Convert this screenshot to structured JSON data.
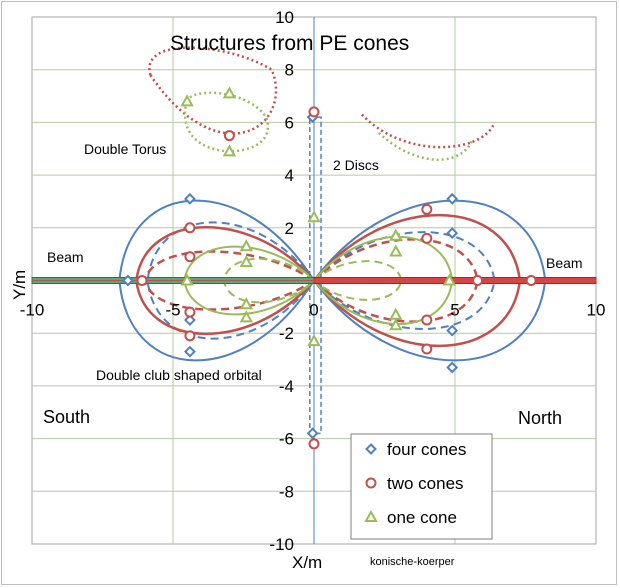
{
  "chart_data": {
    "type": "scatter",
    "title": "Structures from  PE cones",
    "xlabel": "X/m",
    "ylabel": "Y/m",
    "xlim": [
      -10,
      10
    ],
    "ylim": [
      -10,
      10
    ],
    "xticks": [
      -10,
      -5,
      0,
      5,
      10
    ],
    "xtick_labels": [
      "-10",
      "-5",
      "0",
      "5",
      "10"
    ],
    "yticks": [
      -10,
      -8,
      -6,
      -4,
      -2,
      0,
      2,
      4,
      6,
      8,
      10
    ],
    "ytick_labels": [
      "-10",
      "-8",
      "-6",
      "-4",
      "-2",
      "0",
      "2",
      "4",
      "6",
      "8",
      "10"
    ],
    "grid": true,
    "legend_position": "bottom-right",
    "annotations": {
      "double_torus": "Double Torus",
      "two_discs": "2 Discs",
      "beam_left": "Beam",
      "beam_right": "Beam",
      "double_club": "Double club shaped orbital",
      "south": "South",
      "north": "North",
      "credit": "konische-koerper"
    },
    "series": [
      {
        "name": "four cones",
        "color": "#4f81bd",
        "marker": "diamond",
        "points": [
          [
            -4.4,
            3.1
          ],
          [
            -4.4,
            -2.7
          ],
          [
            4.9,
            3.1
          ],
          [
            4.9,
            -3.3
          ],
          [
            4.9,
            1.8
          ],
          [
            4.9,
            -1.9
          ],
          [
            -4.4,
            -1.5
          ],
          [
            -6.6,
            0
          ],
          [
            -0.05,
            6.2
          ],
          [
            -0.05,
            -5.8
          ]
        ]
      },
      {
        "name": "two cones",
        "color": "#c0504d",
        "marker": "circle",
        "points": [
          [
            -4.4,
            2.0
          ],
          [
            -4.4,
            -2.1
          ],
          [
            -4.4,
            0.9
          ],
          [
            -4.4,
            -1.2
          ],
          [
            4.0,
            2.7
          ],
          [
            4.0,
            -2.6
          ],
          [
            5.8,
            0
          ],
          [
            7.7,
            0
          ],
          [
            -6.1,
            0
          ],
          [
            -3.0,
            5.5
          ],
          [
            0,
            6.4
          ],
          [
            0,
            -6.2
          ],
          [
            4.0,
            1.6
          ],
          [
            4.0,
            -1.5
          ]
        ]
      },
      {
        "name": "one cone",
        "color": "#9bbb59",
        "marker": "triangle",
        "points": [
          [
            -2.4,
            1.3
          ],
          [
            -2.4,
            -1.4
          ],
          [
            -2.4,
            0.7
          ],
          [
            -2.4,
            -0.9
          ],
          [
            2.9,
            1.7
          ],
          [
            2.9,
            -1.7
          ],
          [
            2.9,
            1.1
          ],
          [
            2.9,
            -1.3
          ],
          [
            4.8,
            0
          ],
          [
            0,
            2.4
          ],
          [
            0,
            -2.3
          ],
          [
            -4.5,
            0
          ],
          [
            -3.0,
            4.9
          ],
          [
            -4.5,
            6.8
          ],
          [
            -3.0,
            7.1
          ]
        ]
      }
    ]
  }
}
